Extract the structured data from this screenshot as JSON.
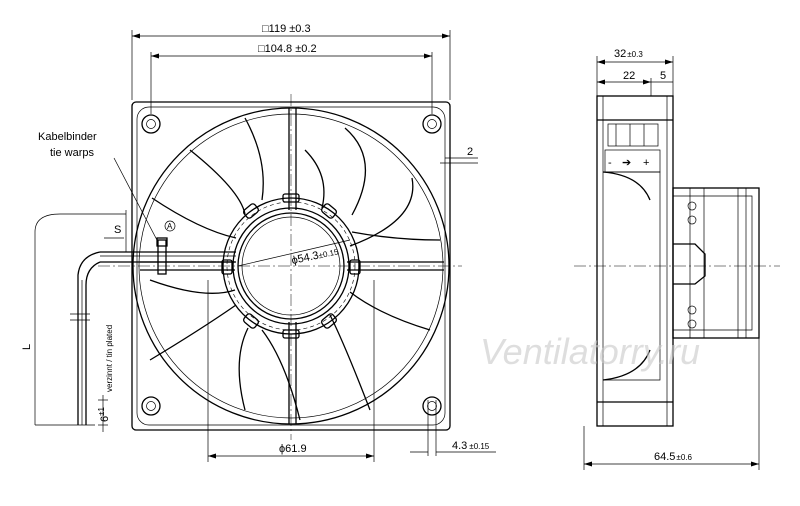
{
  "front_view": {
    "dim_outer_width": "□119 ±0.3",
    "dim_hole_spacing": "□104.8 ±0.2",
    "dim_flange": "2",
    "dim_hub_outer": "ϕ61.9",
    "dim_hub_inner_value": "ϕ54.3",
    "dim_hub_inner_tol": "±0.15",
    "dim_hole_value": "4.3",
    "dim_hole_tol": "±0.15",
    "label_cable_binder_de": "Kabelbinder",
    "label_cable_binder_en": "tie warps",
    "label_s": "S",
    "label_l": "L",
    "label_tin_plated": "verzinnt / tin plated",
    "label_strip_value": "6",
    "label_strip_tol": "±1",
    "label_callout_a": "A"
  },
  "side_view": {
    "dim_depth_value": "32",
    "dim_depth_tol": "±0.3",
    "dim_22": "22",
    "dim_5": "5",
    "dim_total_value": "64.5",
    "dim_total_tol": "±0.6",
    "polarity_minus": "-",
    "polarity_plus": "+"
  },
  "watermark": "Ventilatorry.ru"
}
